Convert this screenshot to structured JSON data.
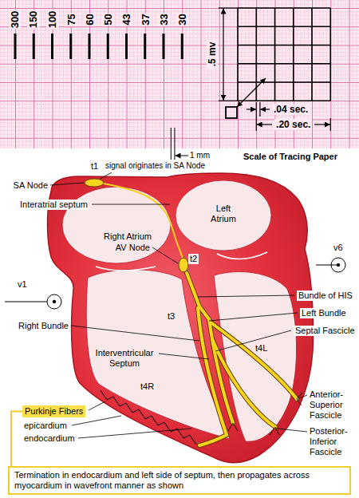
{
  "diagram": {
    "nodes": [
      {
        "text": [
          "Purkinje Fibers"
        ]
      },
      {
        "text": [
          "Termination in endocardium and left side of septum, then propagates across myocardium in wavefront manner as shown"
        ]
      }
    ],
    "edges": [
      {
        "from": 0,
        "to": 1,
        "arrow": "none"
      }
    ],
    "labels": [
      "300",
      "150",
      "100",
      "75",
      "60",
      "50",
      "43",
      "37",
      "33",
      "30",
      ".5 mv",
      ".04 sec.",
      ".20 sec.",
      "1 mm",
      "Scale of Tracing Paper",
      "t1",
      "signal originates in SA Node",
      "SA Node",
      "Interatrial septum",
      "Left Atrium",
      "v6",
      "Right Atrium",
      "t2",
      "AV Node",
      "v1",
      "Bundle of HIS",
      "Left Bundle",
      "Right Bundle",
      "Septal Fascicle",
      "t3",
      "t4L",
      "Interventricular Septum",
      "Anterior-Superior Fascicle",
      "t4R",
      "epicardium",
      "endocardium",
      "Posterior-Inferior Fascicle"
    ]
  }
}
